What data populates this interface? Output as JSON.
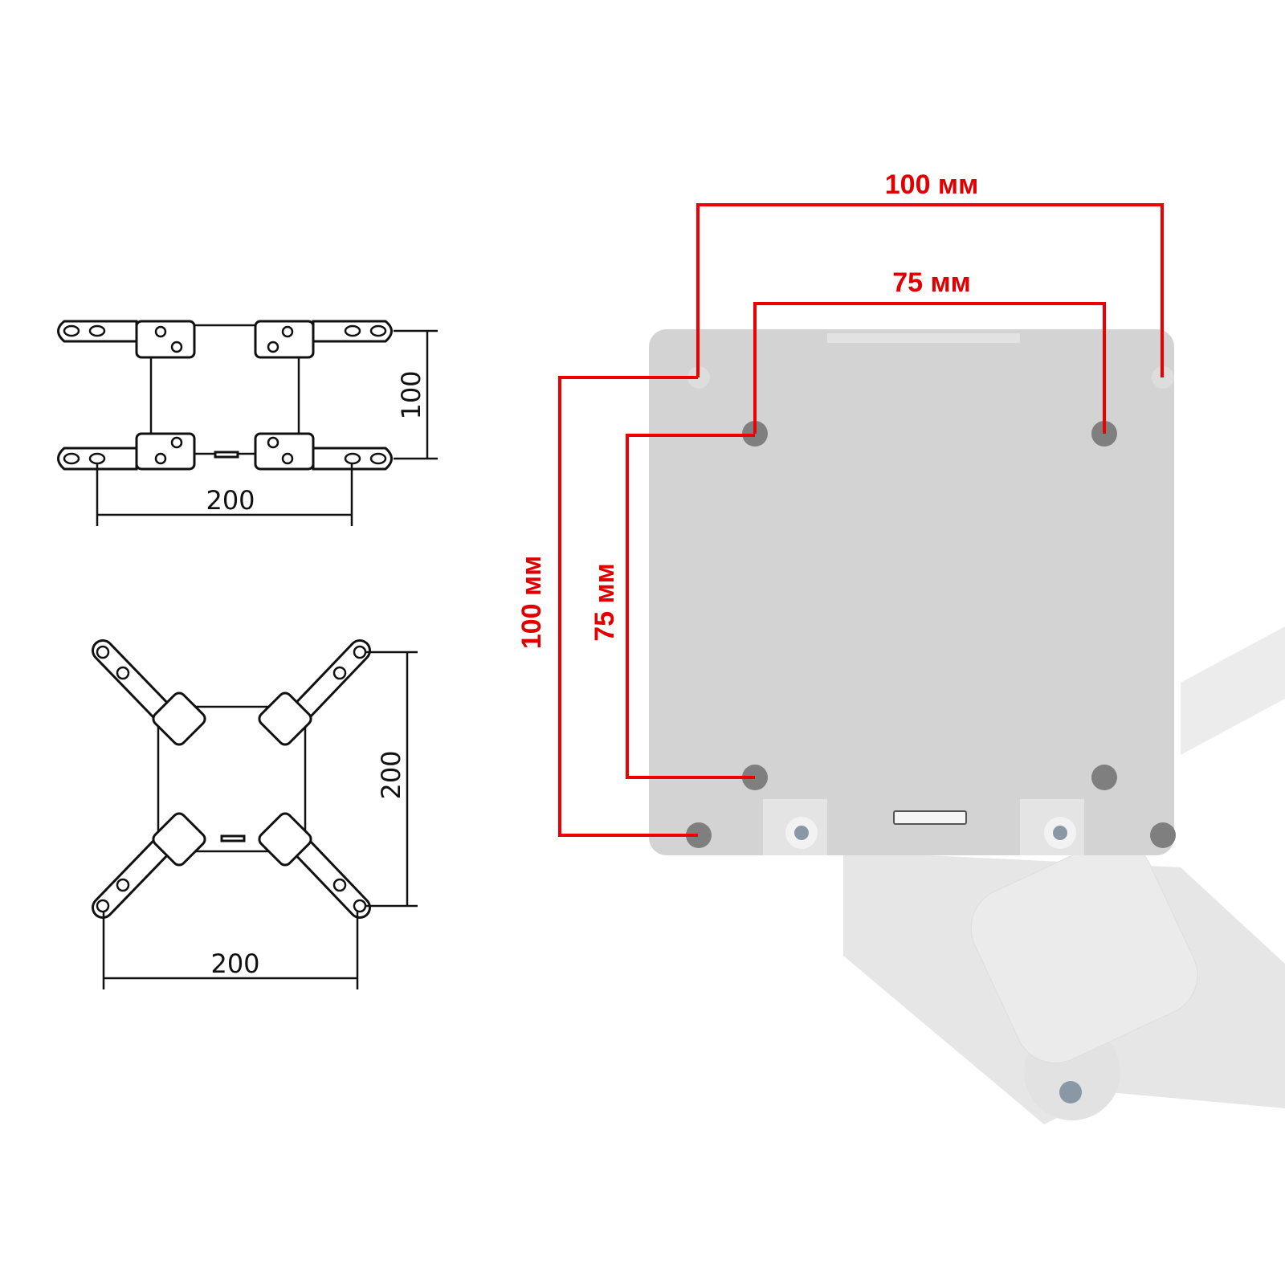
{
  "drawing_top": {
    "height_label": "100",
    "width_label": "200"
  },
  "drawing_bottom": {
    "height_label": "200",
    "width_label": "200"
  },
  "plate": {
    "top_outer_label": "100 мм",
    "top_inner_label": "75 мм",
    "left_outer_label": "100 мм",
    "left_inner_label": "75 мм"
  },
  "colors": {
    "accent": "#ee0000",
    "plate": "#d3d3d3"
  }
}
